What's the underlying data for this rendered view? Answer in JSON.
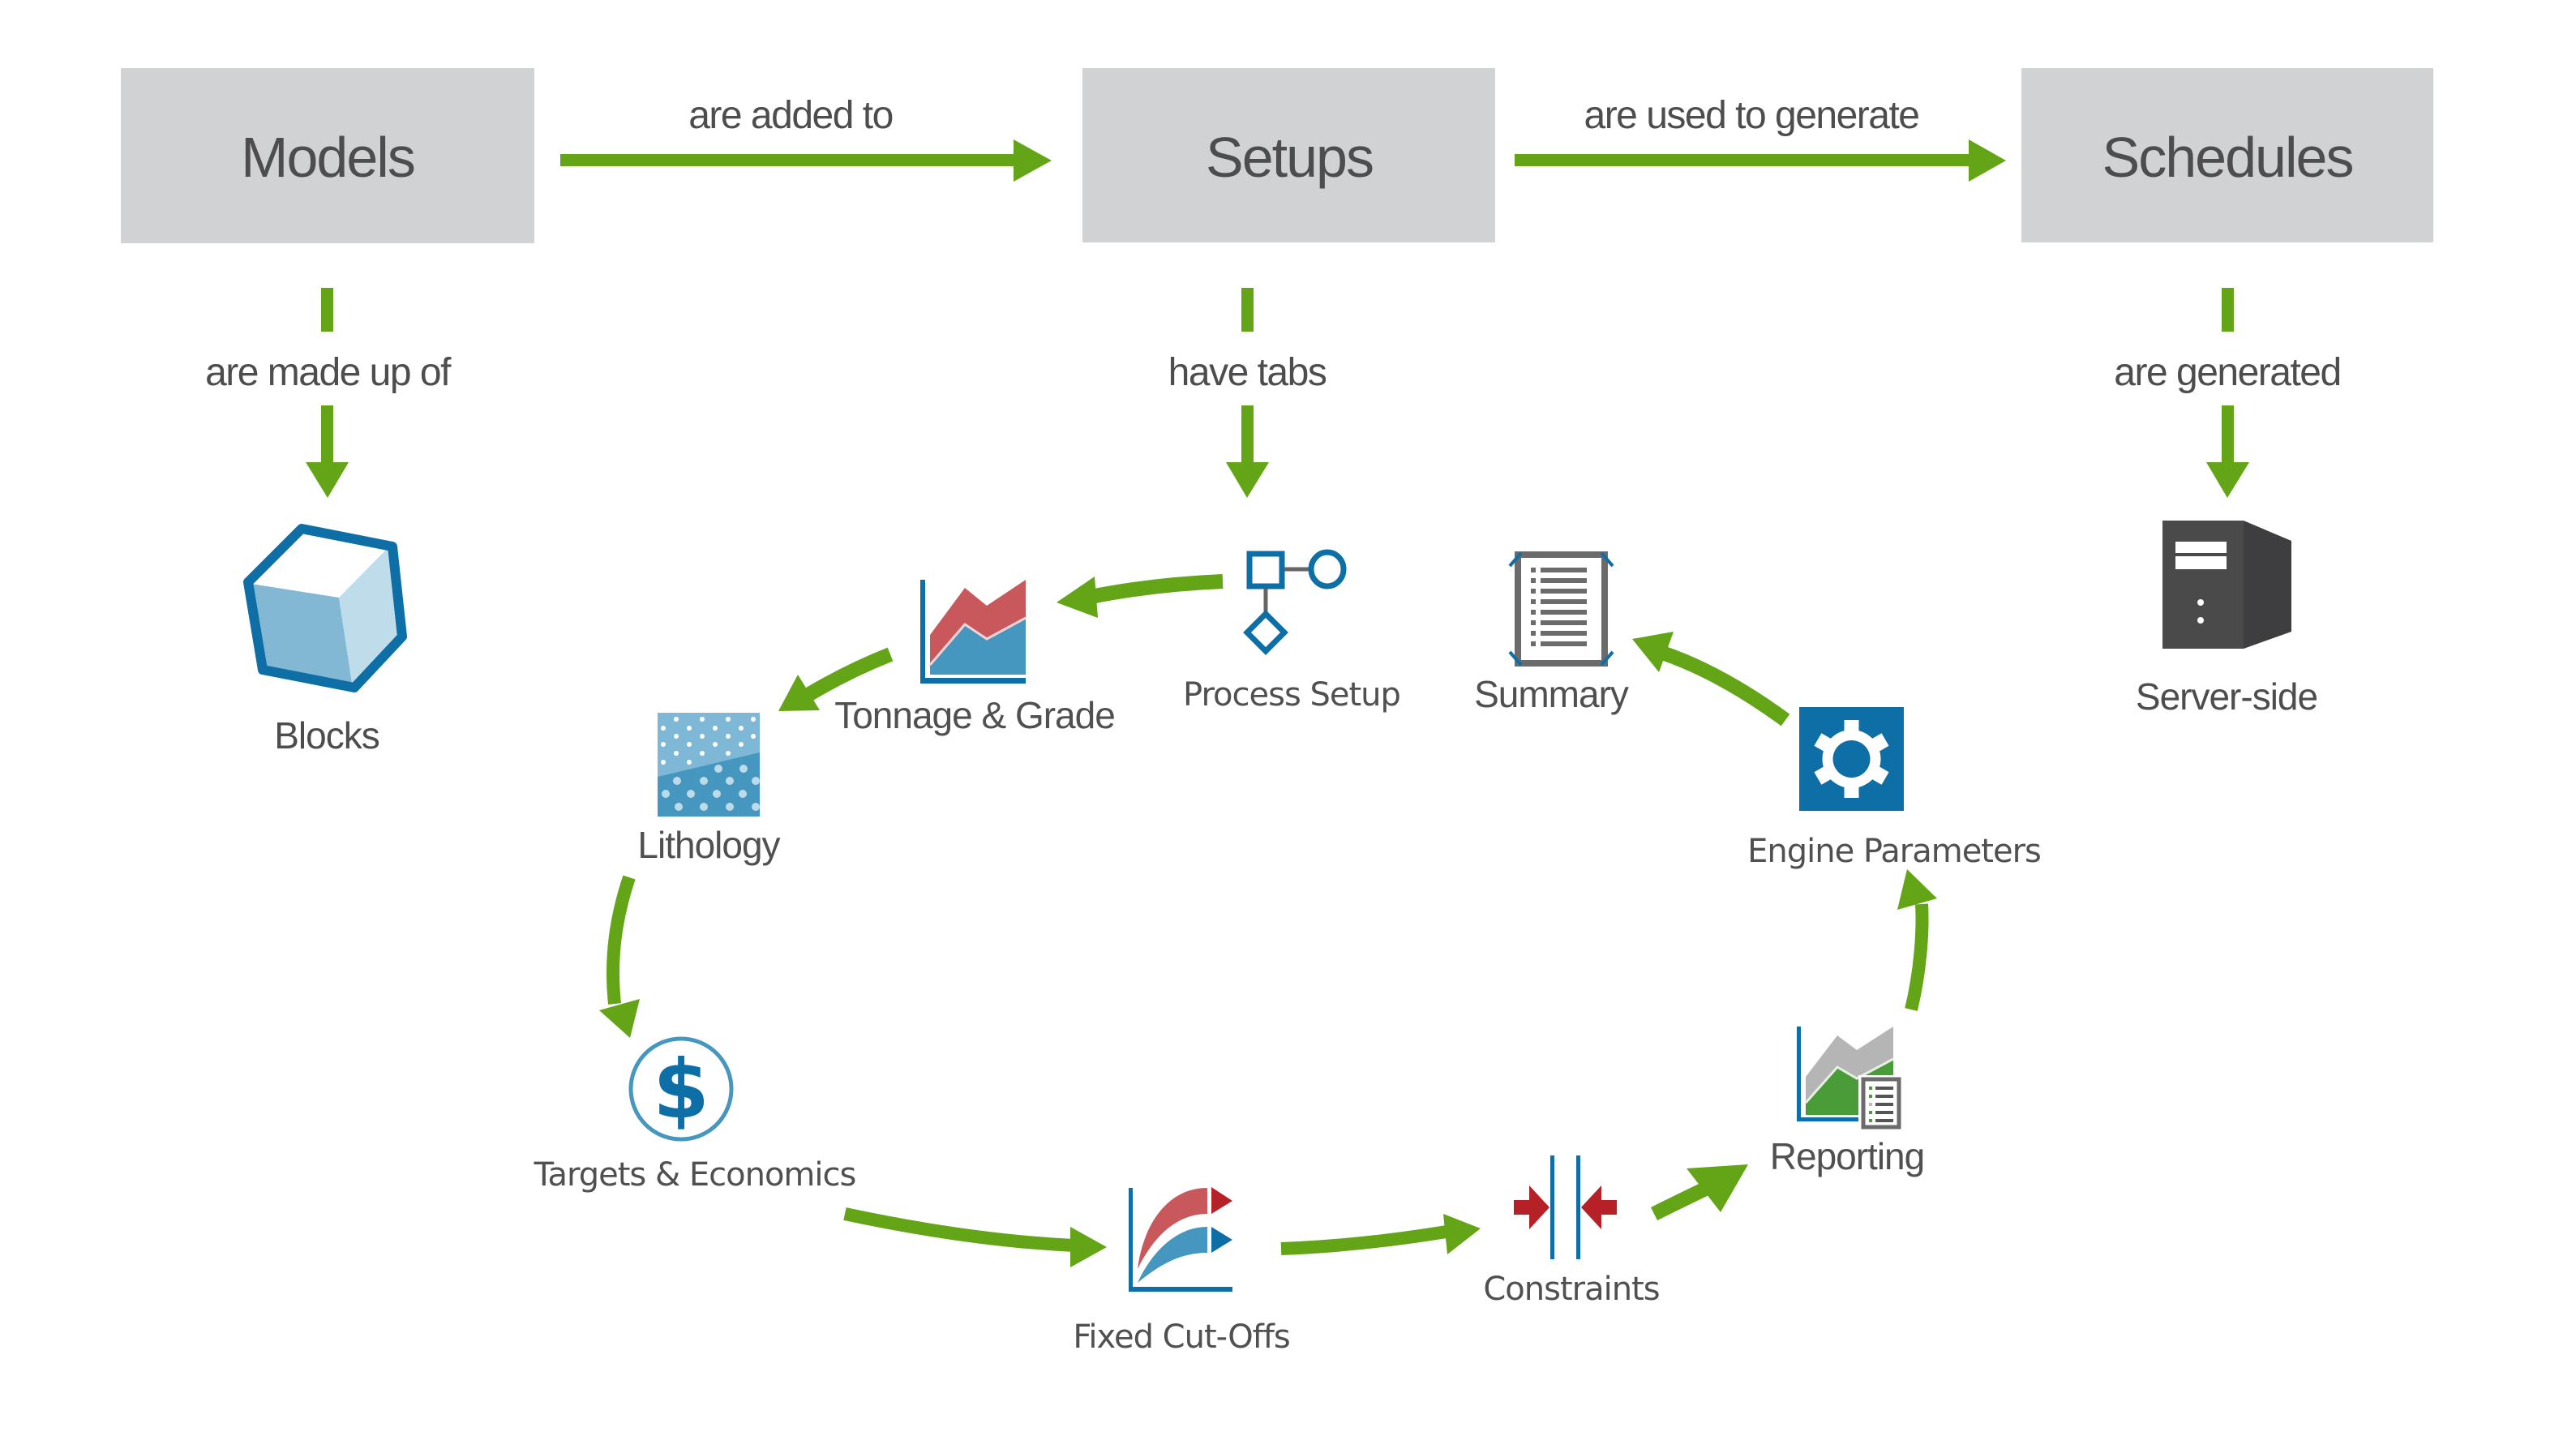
{
  "colors": {
    "arrow": "#63a516",
    "box_fill": "#d1d2d4",
    "text": "#4d4d4f",
    "icon_blue": "#0e6fa6",
    "icon_light_blue": "#4597c0",
    "icon_red": "#c9585c",
    "icon_dark_red": "#b52126",
    "icon_gray": "#666666",
    "icon_green": "#4a9c38",
    "server_dark": "#4a4a4a"
  },
  "nodes": {
    "models": {
      "label": "Models"
    },
    "setups": {
      "label": "Setups"
    },
    "schedules": {
      "label": "Schedules"
    }
  },
  "edges": {
    "models_to_setups": "are added to",
    "setups_to_schedules": "are used to generate",
    "models_to_blocks": "are made up of",
    "setups_to_tabs": "have tabs",
    "schedules_to_server": "are generated"
  },
  "outputs": {
    "blocks": {
      "label": "Blocks",
      "icon": "cube-icon"
    },
    "server": {
      "label": "Server-side",
      "icon": "server-icon"
    }
  },
  "tabs": [
    {
      "id": "process-setup",
      "label": "Process Setup",
      "icon": "process-flow-icon"
    },
    {
      "id": "tonnage-grade",
      "label": "Tonnage & Grade",
      "icon": "area-chart-icon"
    },
    {
      "id": "lithology",
      "label": "Lithology",
      "icon": "lithology-icon"
    },
    {
      "id": "targets-economics",
      "label": "Targets & Economics",
      "icon": "dollar-icon"
    },
    {
      "id": "fixed-cut-offs",
      "label": "Fixed Cut-Offs",
      "icon": "cut-off-chart-icon"
    },
    {
      "id": "constraints",
      "label": "Constraints",
      "icon": "constraints-icon"
    },
    {
      "id": "reporting",
      "label": "Reporting",
      "icon": "report-chart-icon"
    },
    {
      "id": "engine-parameters",
      "label": "Engine Parameters",
      "icon": "gear-icon"
    },
    {
      "id": "summary",
      "label": "Summary",
      "icon": "summary-document-icon"
    }
  ]
}
